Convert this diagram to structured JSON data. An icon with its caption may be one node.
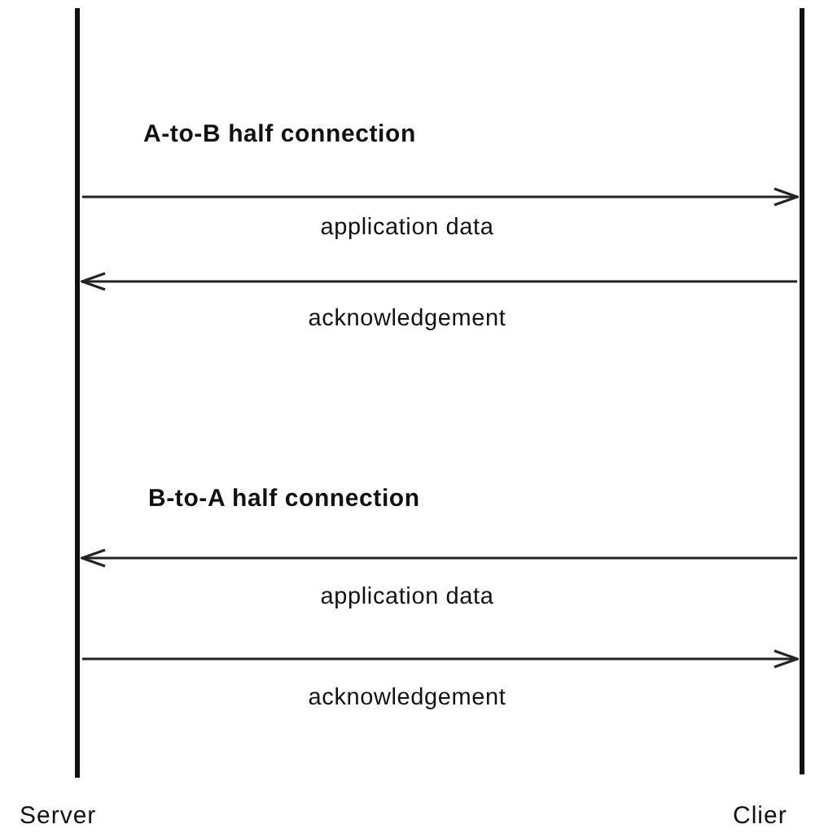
{
  "diagram": {
    "nodes": [
      {
        "text": [
          "Server"
        ]
      },
      {
        "text": [
          "Clier"
        ]
      }
    ],
    "edges": [
      {
        "from": 0,
        "to": 1,
        "arrow": "to",
        "label": "application data"
      },
      {
        "from": 1,
        "to": 0,
        "arrow": "to",
        "label": "acknowledgement"
      },
      {
        "from": 1,
        "to": 0,
        "arrow": "to",
        "label": "application data"
      },
      {
        "from": 0,
        "to": 1,
        "arrow": "to",
        "label": "acknowledgement"
      }
    ],
    "labels": [
      "A-to-B half connection",
      "B-to-A half connection"
    ]
  }
}
